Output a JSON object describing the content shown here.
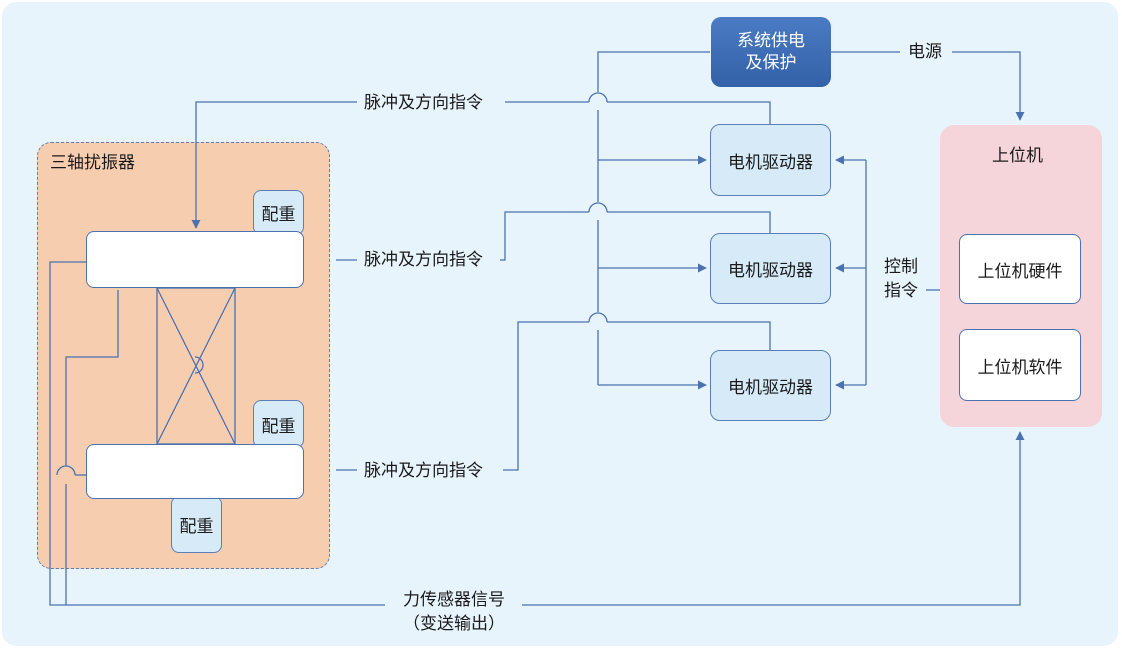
{
  "shaker": {
    "title": "三轴扰振器",
    "counterweight_label": "配重"
  },
  "power": {
    "title": "系统供电\n及保护",
    "edge_label": "电源"
  },
  "drivers": {
    "label": "电机驱动器"
  },
  "host": {
    "title": "上位机",
    "hardware": "上位机硬件",
    "software": "上位机软件"
  },
  "edges": {
    "pulse_cmd": "脉冲及方向指令",
    "control_cmd": "控制\n指令",
    "force_signal": "力传感器信号\n（变送输出）"
  },
  "colors": {
    "background": "#e8f4fc",
    "shaker_fill": "#f7cdb0",
    "host_fill": "#f6d5da",
    "power_fill": "#3f6fb5",
    "driver_fill": "#d6eaf8",
    "line": "#4a72b0"
  }
}
